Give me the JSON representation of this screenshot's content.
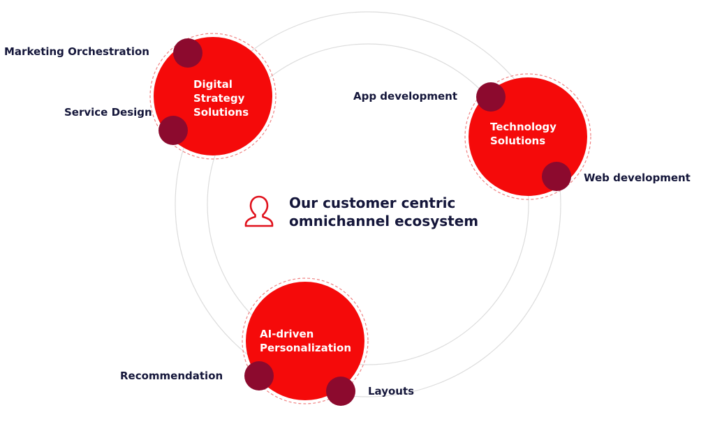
{
  "title": {
    "line1": "Our customer centric",
    "line2": "omnichannel ecosystem"
  },
  "center_icon": "person-icon",
  "hubs": [
    {
      "id": "digital-strategy",
      "lines": [
        "Digital",
        "Strategy",
        "Solutions"
      ]
    },
    {
      "id": "technology",
      "lines": [
        "Technology",
        "Solutions"
      ]
    },
    {
      "id": "ai-personalization",
      "lines": [
        "AI-driven",
        "Personalization"
      ]
    }
  ],
  "leaves": {
    "marketing_orchestration": "Marketing Orchestration",
    "service_design": "Service Design",
    "app_development": "App development",
    "web_development": "Web development",
    "recommendation": "Recommendation",
    "layouts": "Layouts"
  },
  "colors": {
    "hub_red": "#f50a0a",
    "leaf_dot": "#8c0a2e",
    "dashed_ring": "#f08080",
    "orbit_line": "#dcdcdc",
    "text_dark": "#14163a",
    "icon_red": "#e0101b"
  }
}
